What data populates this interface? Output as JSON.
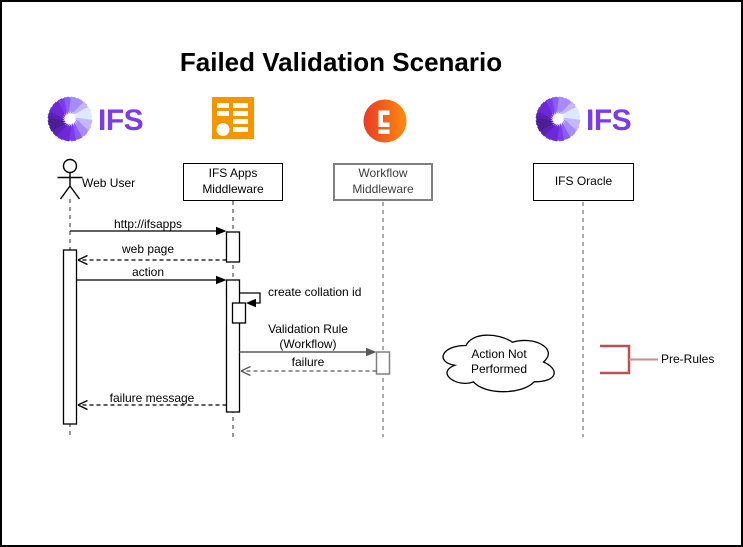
{
  "title": "Failed Validation Scenario",
  "logos": {
    "ifs_text": "IFS"
  },
  "participants": [
    {
      "id": "web-user",
      "label": "Web User",
      "type": "actor",
      "logo": "ifs-logo"
    },
    {
      "id": "ifs-apps",
      "label": "IFS Apps\nMiddleware",
      "type": "box",
      "logo": "form-icon"
    },
    {
      "id": "workflow",
      "label": "Workflow\nMiddleware",
      "type": "box",
      "logo": "camunda-icon"
    },
    {
      "id": "ifs-oracle",
      "label": "IFS Oracle",
      "type": "box",
      "logo": "ifs-logo"
    }
  ],
  "messages": [
    {
      "label": "http://ifsapps",
      "from": "Web User",
      "to": "IFS Apps Middleware",
      "style": "solid"
    },
    {
      "label": "web page",
      "from": "IFS Apps Middleware",
      "to": "Web User",
      "style": "dashed"
    },
    {
      "label": "action",
      "from": "Web User",
      "to": "IFS Apps Middleware",
      "style": "solid"
    },
    {
      "label": "create collation id",
      "from": "IFS Apps Middleware",
      "to": "IFS Apps Middleware",
      "style": "self"
    },
    {
      "label": "Validation Rule\n(Workflow)",
      "from": "IFS Apps Middleware",
      "to": "Workflow Middleware",
      "style": "solid"
    },
    {
      "label": "failure",
      "from": "Workflow Middleware",
      "to": "IFS Apps Middleware",
      "style": "dashed"
    },
    {
      "label": "failure message",
      "from": "IFS Apps Middleware",
      "to": "Web User",
      "style": "dashed"
    }
  ],
  "annotations": {
    "cloud_text": "Action Not\nPerformed",
    "bracket_label": "Pre-Rules"
  },
  "colors": {
    "ifs_purple": "#7C3AED",
    "form_icon_orange": "#F79500",
    "camunda_red": "#EA3A24",
    "camunda_orange": "#FC8B10",
    "bracket_red": "#B85450",
    "gray_stroke": "#808080"
  }
}
